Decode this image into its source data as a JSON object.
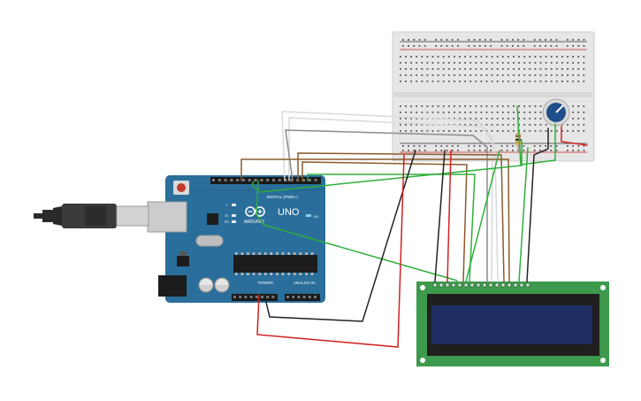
{
  "arduino": {
    "logo": "ARDUINO",
    "model": "UNO",
    "digital_label": "DIGITAL (PWM~)",
    "power_label": "POWER",
    "analog_label": "ANALOG IN",
    "on_label": "ON",
    "tx_label": "TX",
    "rx_label": "RX",
    "l_label": "L"
  },
  "colors": {
    "arduino_board": "#2a6e9b",
    "lcd_board": "#3d9a4c",
    "lcd_screen": "#1f2f63",
    "breadboard": "#e6e6e6",
    "wire_green": "#2fae3c",
    "wire_red": "#d42020",
    "wire_black": "#222222",
    "wire_brown": "#8b5a2b",
    "wire_gray": "#8c8c8c",
    "wire_white": "#d9d9d9",
    "potentiometer": "#1f4f8a"
  }
}
